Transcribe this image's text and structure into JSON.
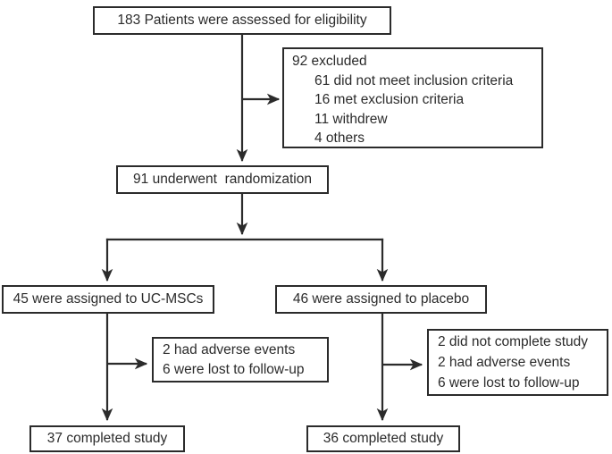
{
  "flowchart": {
    "background_color": "#ffffff",
    "line_color": "#2b2b2b",
    "text_color": "#2b2b2b",
    "nodes": {
      "assessed": {
        "text": "183 Patients were assessed for eligibility"
      },
      "excluded": {
        "title": "92 excluded",
        "items": [
          "61 did not meet inclusion criteria",
          "16 met exclusion criteria",
          "11 withdrew",
          "4 others"
        ]
      },
      "randomized": {
        "text": "91 underwent  randomization"
      },
      "arm_ucmsc": {
        "text": "45 were assigned to UC-MSCs"
      },
      "arm_placebo": {
        "text": "46 were assigned to placebo"
      },
      "dropout_ucmsc": {
        "lines": [
          "2 had adverse events",
          "6 were lost to follow-up"
        ]
      },
      "dropout_placebo": {
        "lines": [
          "2 did not complete study",
          "2 had adverse events",
          "6 were lost to follow-up"
        ]
      },
      "completed_ucmsc": {
        "text": "37 completed study"
      },
      "completed_placebo": {
        "text": "36 completed study"
      }
    }
  }
}
